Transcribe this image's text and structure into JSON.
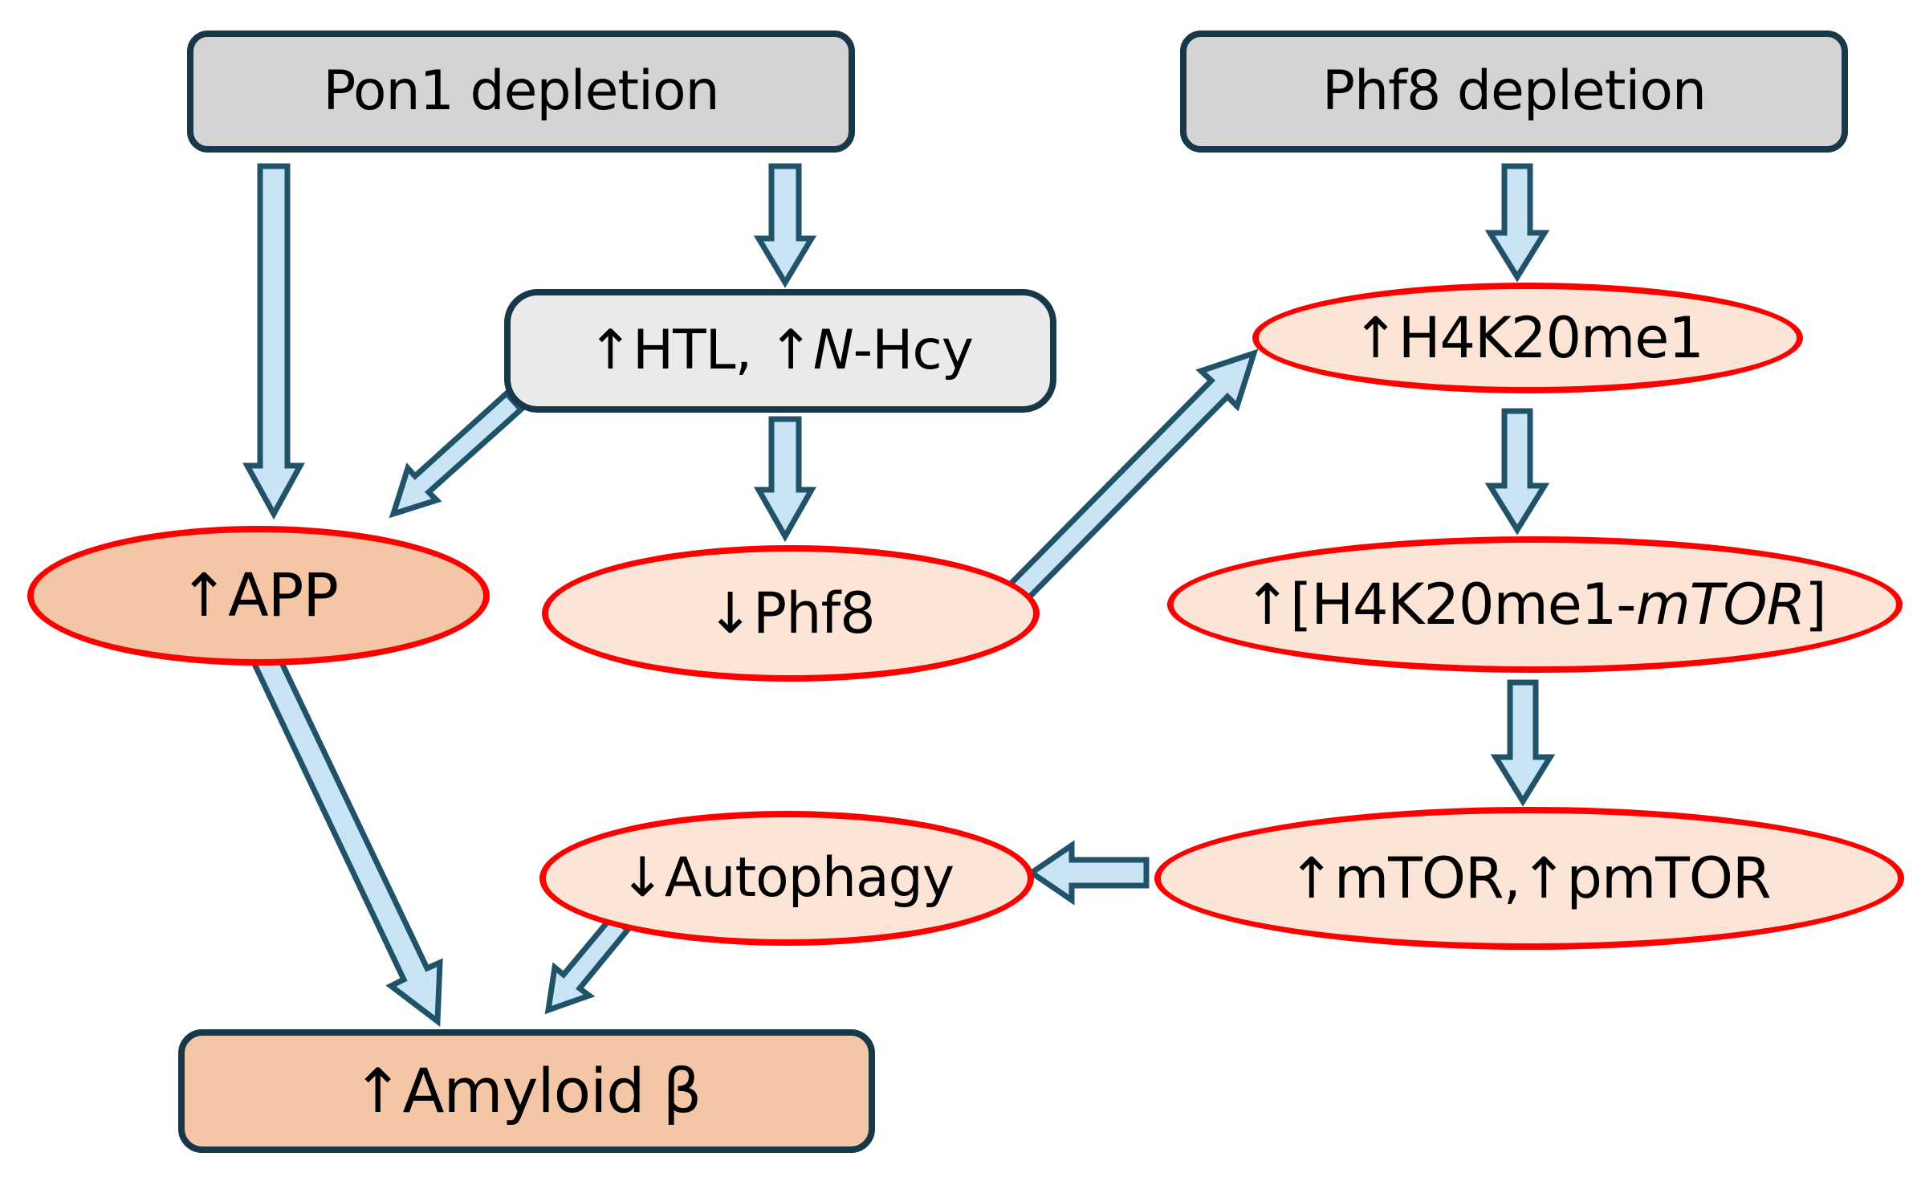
{
  "diagram": {
    "type": "pathway-diagram",
    "background": "#ffffff",
    "colors": {
      "box_border": "#163849",
      "gray_box_fill": "#d4d4d4",
      "light_gray_box_fill": "#eaeaea",
      "peach_fill": "#f5c6a6",
      "light_peach_fill": "#fce5d7",
      "ellipse_border": "#ff0000",
      "arrow_fill": "#c9e4f4",
      "arrow_outline": "#20536a",
      "text": "#000000"
    },
    "nodes": {
      "pon1_depletion": {
        "label": "Pon1 depletion",
        "shape": "rounded-rect"
      },
      "phf8_depletion": {
        "label": "Phf8 depletion",
        "shape": "rounded-rect"
      },
      "htl_nhcy": {
        "label_prefix": "↑HTL, ↑",
        "label_italic": "N",
        "label_suffix": "-Hcy",
        "shape": "rounded-rect"
      },
      "app": {
        "label": "↑APP",
        "shape": "ellipse"
      },
      "phf8_down": {
        "label": "↓Phf8",
        "shape": "ellipse"
      },
      "h4k20me1": {
        "label": "↑H4K20me1",
        "shape": "ellipse"
      },
      "h4k20me1_mtor": {
        "label_prefix": "↑[H4K20me1-",
        "label_italic": "mTOR",
        "label_suffix": "]",
        "shape": "ellipse"
      },
      "mtor_pmtor": {
        "label": "↑mTOR,↑pmTOR",
        "shape": "ellipse"
      },
      "autophagy": {
        "label": "↓Autophagy",
        "shape": "ellipse"
      },
      "amyloid_beta": {
        "label": "↑Amyloid β",
        "shape": "rounded-rect"
      }
    },
    "edges": [
      {
        "from": "pon1_depletion",
        "to": "app"
      },
      {
        "from": "pon1_depletion",
        "to": "htl_nhcy"
      },
      {
        "from": "htl_nhcy",
        "to": "app"
      },
      {
        "from": "htl_nhcy",
        "to": "phf8_down"
      },
      {
        "from": "phf8_down",
        "to": "h4k20me1"
      },
      {
        "from": "phf8_depletion",
        "to": "h4k20me1"
      },
      {
        "from": "h4k20me1",
        "to": "h4k20me1_mtor"
      },
      {
        "from": "h4k20me1_mtor",
        "to": "mtor_pmtor"
      },
      {
        "from": "mtor_pmtor",
        "to": "autophagy"
      },
      {
        "from": "app",
        "to": "amyloid_beta"
      },
      {
        "from": "autophagy",
        "to": "amyloid_beta"
      }
    ]
  }
}
